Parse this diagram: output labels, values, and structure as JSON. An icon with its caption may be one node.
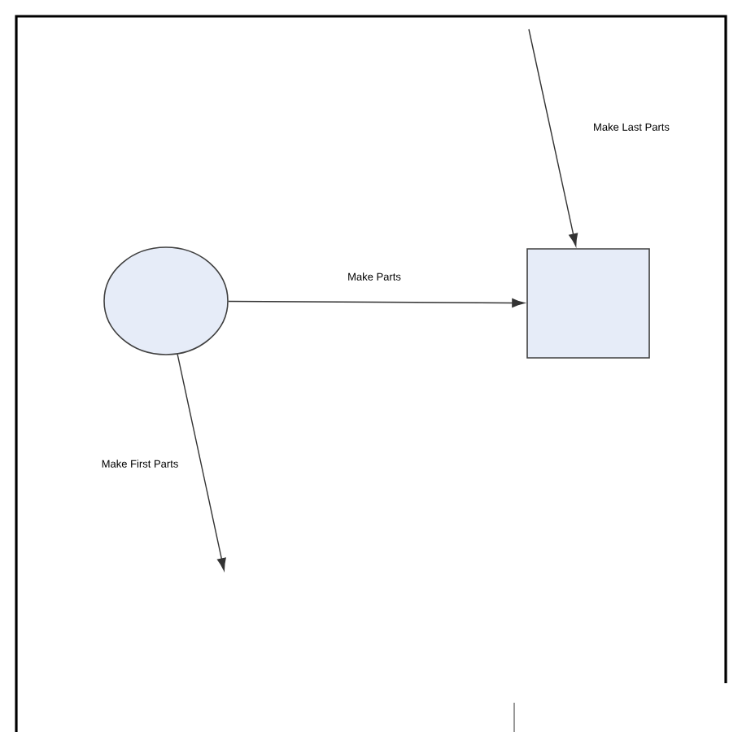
{
  "diagram": {
    "nodes": [
      {
        "text": [],
        "shape": "circle"
      },
      {
        "text": [],
        "shape": "box"
      }
    ],
    "edges": [
      {
        "from": 0,
        "to": 1,
        "arrow": "to",
        "label": "Make Parts"
      },
      {
        "from": null,
        "to": 1,
        "arrow": "to",
        "label": "Make Last Parts"
      },
      {
        "from": 0,
        "to": null,
        "arrow": "to",
        "label": "Make First Parts"
      }
    ]
  }
}
